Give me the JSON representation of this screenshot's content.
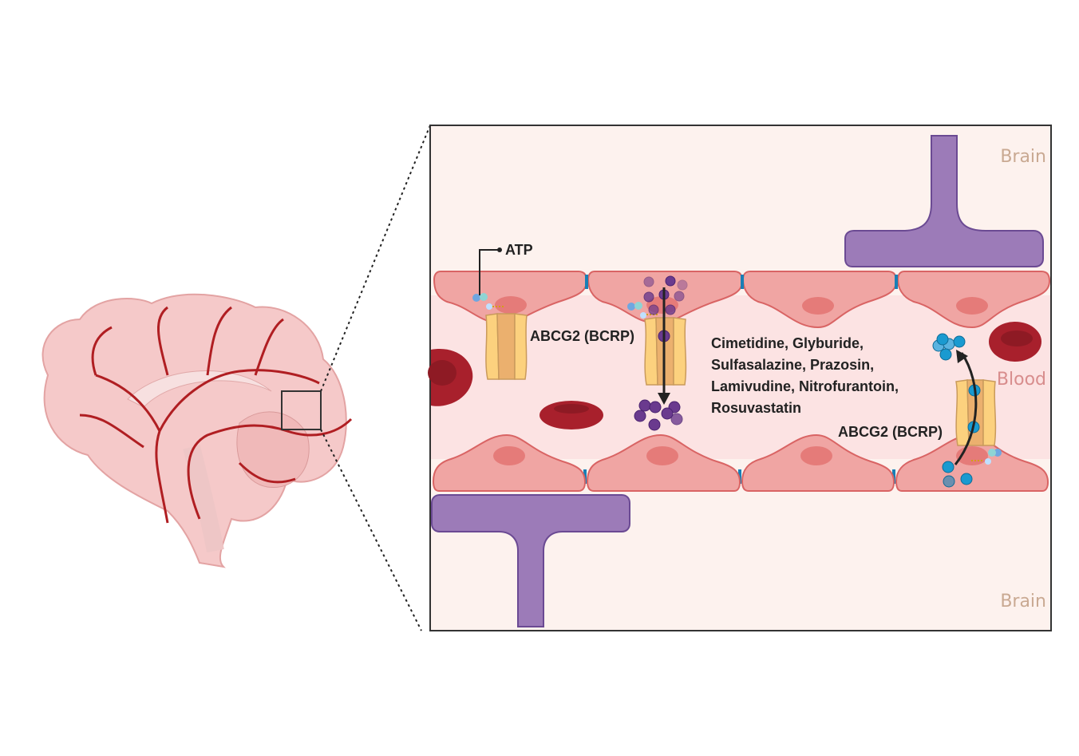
{
  "labels": {
    "atp": "ATP",
    "transporter_left": "ABCG2 (BCRP)",
    "transporter_right": "ABCG2 (BCRP)",
    "brain_top": "Brain",
    "brain_bottom": "Brain",
    "blood": "Blood",
    "substrates": [
      "Cimetidine, Glyburide,",
      "Sulfasalazine, Prazosin,",
      "Lamivudine, Nitrofurantoin,",
      "Rosuvastatin"
    ]
  },
  "colors": {
    "panel_bg": "#fdf2ee",
    "lumen": "#fce3e3",
    "endothelial": "#f0a5a3",
    "nucleus": "#e57b79",
    "astrocyte": "#9c7bb8",
    "rbc": "#a8202c",
    "transporter": "#fcd17e",
    "substrate_purple": "#6a3a8e",
    "substrate_blue": "#1a9ad0",
    "junction": "#1a7fb5"
  }
}
